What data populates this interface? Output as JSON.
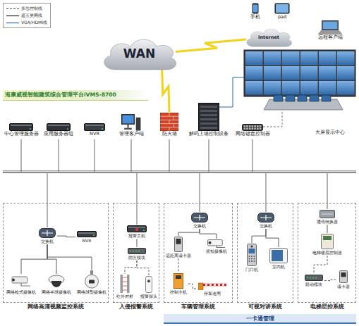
{
  "diagram": {
    "nodes": [
      {
        "text": [
          "WAN"
        ]
      },
      {
        "text": [
          "Internet"
        ]
      },
      {
        "text": [
          "手机"
        ]
      },
      {
        "text": [
          "pad"
        ]
      },
      {
        "text": [
          "远程客户端"
        ]
      },
      {
        "text": [
          "海康威视智能建筑综合管理平台iVMS-8700"
        ]
      },
      {
        "text": [
          "中心管理服务器"
        ]
      },
      {
        "text": [
          "应用服务器组"
        ]
      },
      {
        "text": [
          "NVR"
        ]
      },
      {
        "text": [
          "管理客户端"
        ]
      },
      {
        "text": [
          "防火墙"
        ]
      },
      {
        "text": [
          "解码上墙控制设备"
        ]
      },
      {
        "text": [
          "网络键盘控制器"
        ]
      },
      {
        "text": [
          "大屏显示中心"
        ]
      },
      {
        "text": [
          "网络高清视频监控系统"
        ]
      },
      {
        "text": [
          "NVR"
        ],
        "in": 14
      },
      {
        "text": [
          "交换机"
        ],
        "in": 14
      },
      {
        "text": [
          "网络枪式摄像机"
        ],
        "in": 14
      },
      {
        "text": [
          "网络半球摄像机"
        ],
        "in": 14
      },
      {
        "text": [
          "网络球型摄像机"
        ],
        "in": 14
      },
      {
        "text": [
          "入侵报警系统"
        ]
      },
      {
        "text": [
          "报警主机"
        ],
        "in": 20
      },
      {
        "text": [
          "防区模块"
        ],
        "in": 20
      },
      {
        "text": [
          "红外对射"
        ],
        "in": 20
      },
      {
        "text": [
          "报警探头"
        ],
        "in": 20
      },
      {
        "text": [
          "车辆管理系统"
        ]
      },
      {
        "text": [
          "交换机"
        ],
        "in": 25
      },
      {
        "text": [
          "远距离读卡器"
        ],
        "in": 25
      },
      {
        "text": [
          "抓拍摄像机"
        ],
        "in": 25
      },
      {
        "text": [
          "控制主机"
        ],
        "in": 25
      },
      {
        "text": [
          "停车道闸"
        ],
        "in": 25
      },
      {
        "text": [
          "可视对讲系统"
        ]
      },
      {
        "text": [
          "交换机"
        ],
        "in": 31
      },
      {
        "text": [
          "门口机"
        ],
        "in": 31
      },
      {
        "text": [
          "室内机"
        ],
        "in": 31
      },
      {
        "text": [
          "电梯层控系统"
        ]
      },
      {
        "text": [
          "通讯转换器"
        ],
        "in": 35
      },
      {
        "text": [
          "电梯楼层控制器"
        ],
        "in": 35
      },
      {
        "text": [
          "联动模块"
        ],
        "in": 35
      },
      {
        "text": [
          "读卡器"
        ],
        "in": 35
      },
      {
        "text": [
          "一卡通管理"
        ]
      }
    ],
    "edges": [
      {
        "from": 0,
        "to": 1,
        "arrow": "none"
      },
      {
        "from": 0,
        "to": 10,
        "arrow": "none"
      },
      {
        "from": 15,
        "to": 16,
        "arrow": "none"
      },
      {
        "from": 16,
        "to": 17,
        "arrow": "none"
      },
      {
        "from": 16,
        "to": 18,
        "arrow": "none"
      },
      {
        "from": 16,
        "to": 19,
        "arrow": "none"
      },
      {
        "from": 21,
        "to": 22,
        "arrow": "none"
      },
      {
        "from": 22,
        "to": 23,
        "arrow": "none"
      },
      {
        "from": 22,
        "to": 24,
        "arrow": "none"
      },
      {
        "from": 26,
        "to": 27,
        "arrow": "none"
      },
      {
        "from": 26,
        "to": 28,
        "arrow": "none"
      },
      {
        "from": 27,
        "to": 29,
        "arrow": "none"
      },
      {
        "from": 29,
        "to": 30,
        "arrow": "none"
      },
      {
        "from": 32,
        "to": 33,
        "arrow": "none"
      },
      {
        "from": 32,
        "to": 34,
        "arrow": "none"
      },
      {
        "from": 36,
        "to": 37,
        "arrow": "none"
      },
      {
        "from": 37,
        "to": 38,
        "arrow": "none"
      },
      {
        "from": 38,
        "to": 39,
        "arrow": "none"
      }
    ],
    "legend": [
      {
        "text": "多芯控制线"
      },
      {
        "text": "超五类网线"
      },
      {
        "text": "VGA/HDMI线"
      }
    ]
  }
}
